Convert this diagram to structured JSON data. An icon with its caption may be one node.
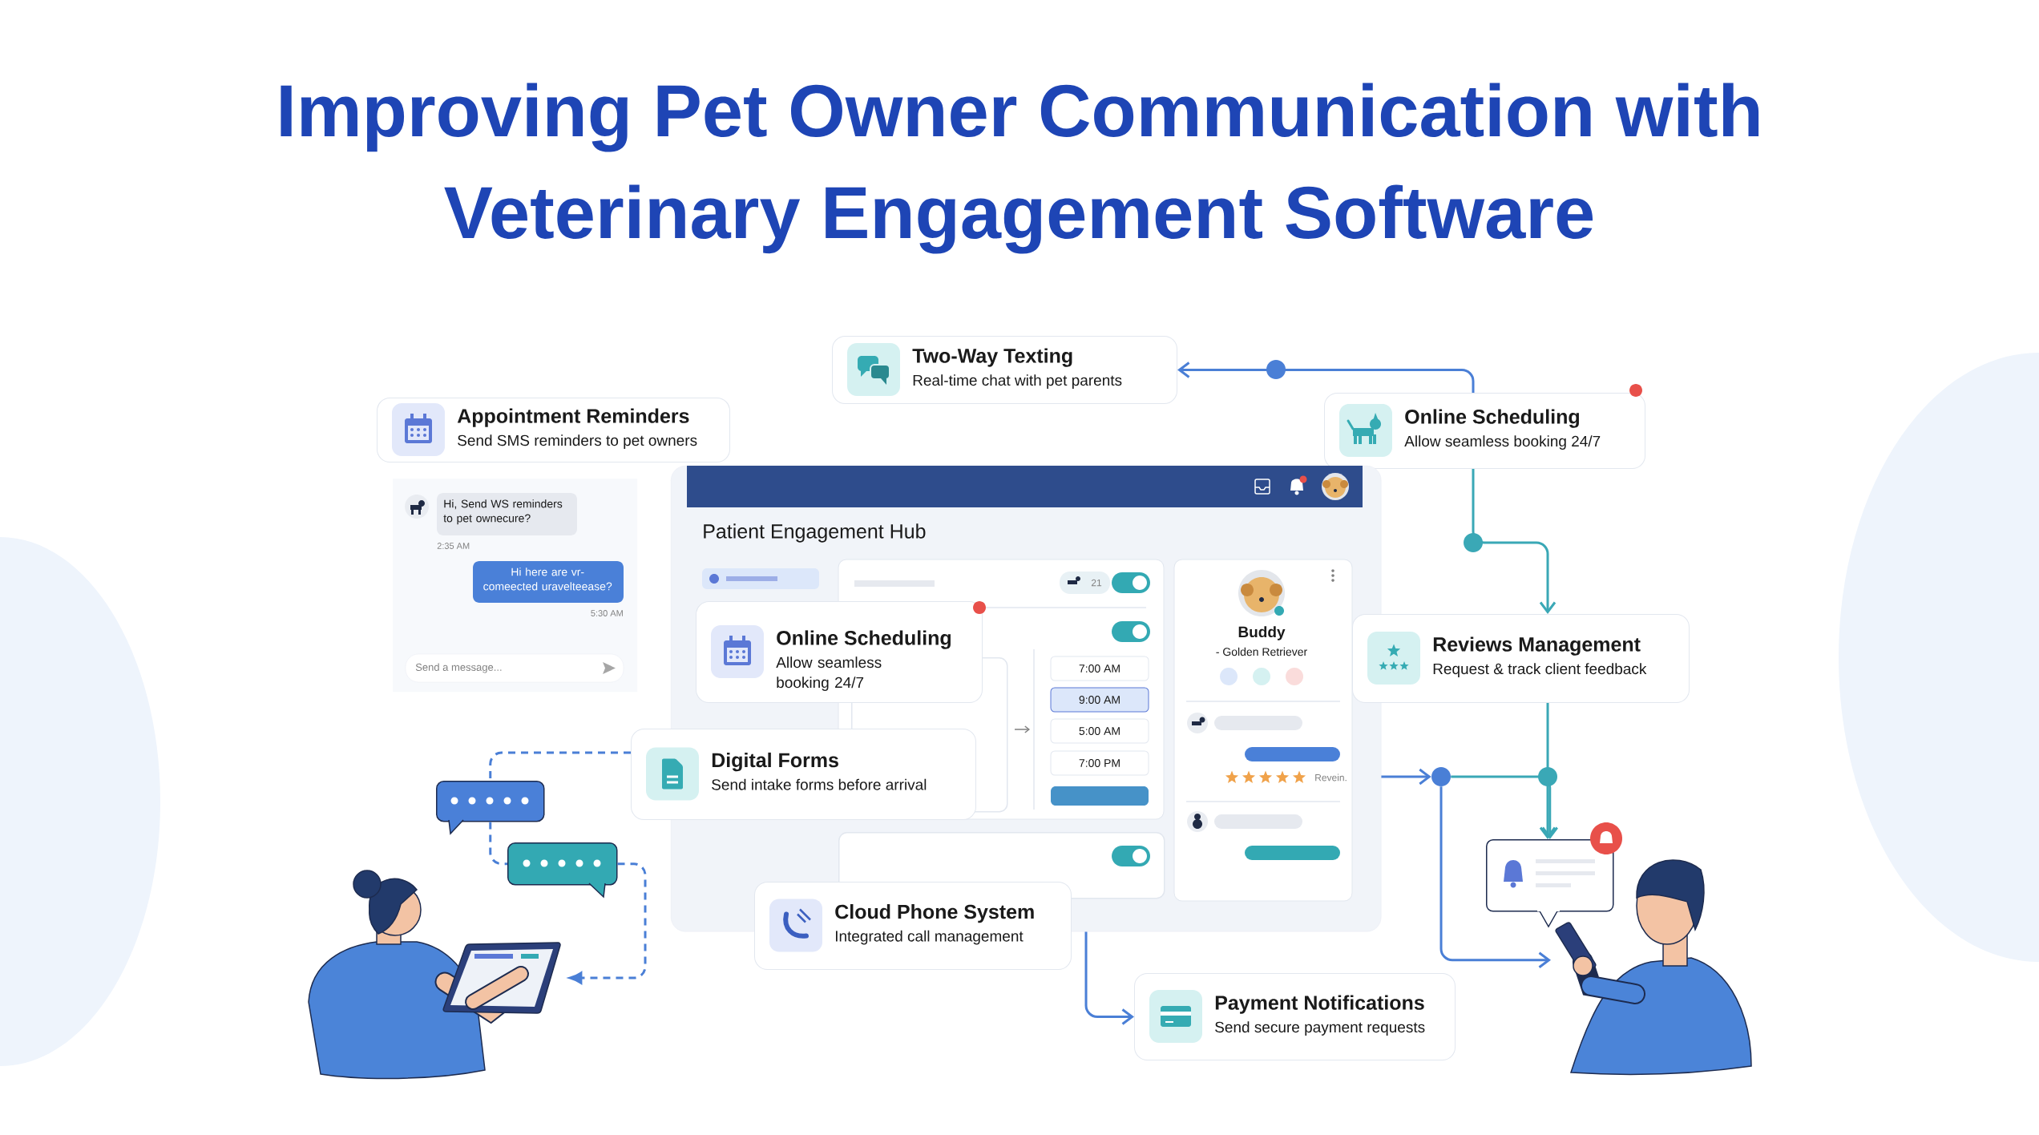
{
  "diagram": {
    "title": "Improving Pet Owner Communication with Veterinary Engagement Software",
    "nodes": [
      {
        "text": [
          "Two-Way Texting",
          "Real-time chat with pet parents"
        ]
      },
      {
        "text": [
          "Appointment Reminders",
          "Send SMS reminders to pet owners"
        ]
      },
      {
        "text": [
          "Online Scheduling",
          "Allow seamless booking 24/7"
        ]
      },
      {
        "text": [
          "Hi, Send WS reminders to pet ownecure?",
          "2:35 AM",
          "Hi here are vr-comeected uravelteease?",
          "5:30 AM",
          "Send a message..."
        ]
      },
      {
        "text": [
          "Patient Engagement Hub"
        ]
      },
      {
        "text": [
          "Online Scheduling",
          "Allow seamless booking 24/7"
        ],
        "in": 4
      },
      {
        "text": [
          "Reviews Management",
          "Request & track client feedback"
        ]
      },
      {
        "text": [
          "Digital Forms",
          "Send intake forms before arrival"
        ]
      },
      {
        "text": [],
        "shape": "box"
      },
      {
        "text": [],
        "shape": "box"
      },
      {
        "text": [
          "Cloud Phone System",
          "Integrated call management"
        ]
      },
      {
        "text": [],
        "shape": "person"
      },
      {
        "text": [],
        "shape": "circle"
      },
      {
        "text": [],
        "shape": "box"
      },
      {
        "text": [],
        "shape": "person"
      },
      {
        "text": [
          "Payment Notifications",
          "Send secure payment requests"
        ]
      },
      {
        "text": [],
        "shape": "box",
        "in": 4
      },
      {
        "text": [],
        "shape": "box",
        "in": 4
      }
    ],
    "edges": [
      {
        "from": 2,
        "to": 0,
        "arrow": "to"
      },
      {
        "from": 2,
        "to": 6,
        "arrow": "to",
        "color": "#3aa8b6"
      },
      {
        "from": 6,
        "to": 13,
        "arrow": "to",
        "color": "#3aa8b6"
      },
      {
        "from": 4,
        "to": 12,
        "arrow": "to"
      },
      {
        "from": 12,
        "to": 13,
        "arrow": "to",
        "color": "#3aa8b6"
      },
      {
        "from": 12,
        "to": 14,
        "arrow": "to"
      },
      {
        "from": 4,
        "to": 15,
        "arrow": "to"
      },
      {
        "from": 7,
        "to": 8,
        "arrow": "none",
        "style": "dashed"
      },
      {
        "from": 8,
        "to": 9,
        "arrow": "none",
        "style": "dashed"
      },
      {
        "from": 9,
        "to": 11,
        "arrow": "to",
        "style": "dashed"
      }
    ],
    "labels": [
      "21",
      "7:00 AM",
      "9:00 AM",
      "5:00 AM",
      "7:00 PM",
      "Buddy",
      "- Golden Retriever",
      "Revein."
    ]
  }
}
